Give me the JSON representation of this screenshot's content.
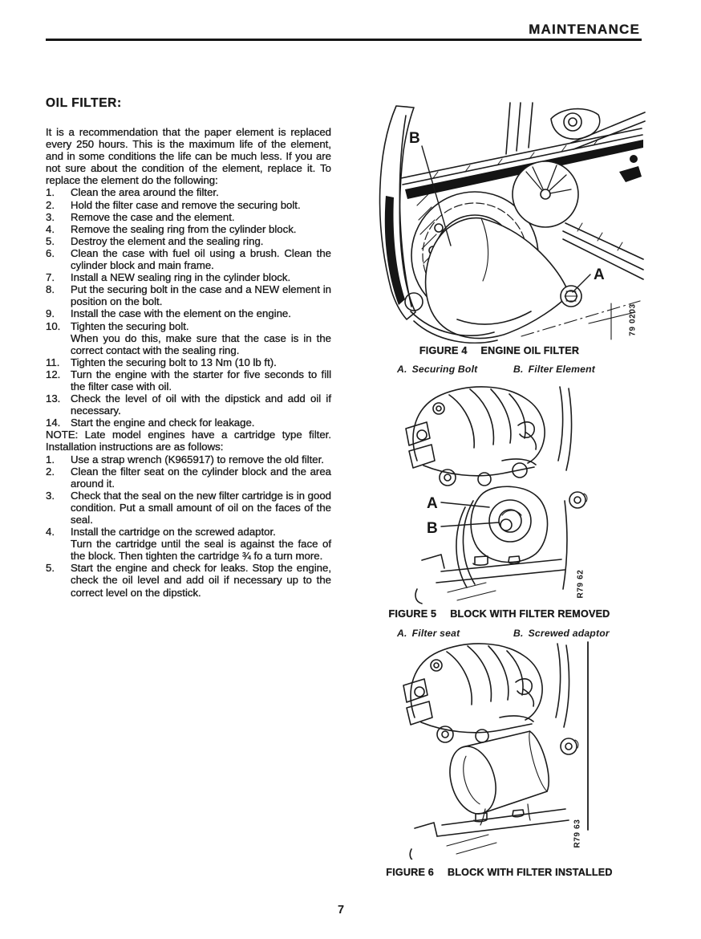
{
  "header": {
    "title": "MAINTENANCE"
  },
  "page": {
    "number": "7"
  },
  "article": {
    "heading": "OIL FILTER:",
    "intro": "It is a recommendation that the paper element is replaced every 250 hours. This is the maximum life of the element, and in some conditions the life can be much less. If you are not sure about the condition of the element, replace it. To replace the element do the following:",
    "steps": [
      {
        "num": "1.",
        "text": "Clean the area around the filter."
      },
      {
        "num": "2.",
        "text": "Hold the filter case and remove the securing bolt."
      },
      {
        "num": "3.",
        "text": "Remove the case and the element."
      },
      {
        "num": "4.",
        "text": "Remove the sealing ring from the cylinder block."
      },
      {
        "num": "5.",
        "text": "Destroy the element and the sealing ring."
      },
      {
        "num": "6.",
        "text": "Clean the case with fuel oil using a brush. Clean the cylinder block and main frame."
      },
      {
        "num": "7.",
        "text": "Install a NEW sealing ring in the cylinder block."
      },
      {
        "num": "8.",
        "text": "Put the securing bolt in the case and a NEW element in position on the bolt."
      },
      {
        "num": "9.",
        "text": "Install the case with the element on the engine."
      },
      {
        "num": "10.",
        "text": "Tighten the securing bolt.",
        "cont": "When you do this, make sure that the case is in the correct contact with the sealing ring."
      },
      {
        "num": "11.",
        "text": "Tighten the securing bolt to 13 Nm (10 lb ft)."
      },
      {
        "num": "12.",
        "text": "Turn the engine with the starter for five seconds to fill the filter case with oil."
      },
      {
        "num": "13.",
        "text": "Check the level of oil with the dipstick and add oil if necessary."
      },
      {
        "num": "14.",
        "text": "Start the engine and check for leakage."
      }
    ],
    "note": "NOTE: Late model engines have a cartridge type filter. Installation instructions are as follows:",
    "cartridge_steps": [
      {
        "num": "1.",
        "text": "Use a strap wrench (K965917) to remove the old filter."
      },
      {
        "num": "2.",
        "text": "Clean the filter seat on the cylinder block and the area around it."
      },
      {
        "num": "3.",
        "text": "Check that the seal on the new filter cartridge is in good condition. Put a small amount of oil on the faces of the seal."
      },
      {
        "num": "4.",
        "text": "Install the cartridge on the screwed adaptor.",
        "cont": "Turn the cartridge until the seal is against the face of the block. Then tighten the cartridge ¾ fo a turn more."
      },
      {
        "num": "5.",
        "text": "Start the engine and check for leaks. Stop the engine, check the oil level and add oil if necessary up to the correct level on the dipstick."
      }
    ]
  },
  "figures": [
    {
      "label": "FIGURE 4",
      "title": "ENGINE OIL FILTER",
      "code": "79 0203",
      "callouts": {
        "a": "A",
        "b": "B"
      },
      "legend": [
        {
          "key": "A.",
          "text": "Securing Bolt"
        },
        {
          "key": "B.",
          "text": "Filter Element"
        }
      ]
    },
    {
      "label": "FIGURE 5",
      "title": "BLOCK WITH FILTER REMOVED",
      "code": "R79 62",
      "callouts": {
        "a": "A",
        "b": "B"
      },
      "legend": [
        {
          "key": "A.",
          "text": "Filter seat"
        },
        {
          "key": "B.",
          "text": "Screwed adaptor"
        }
      ]
    },
    {
      "label": "FIGURE 6",
      "title": "BLOCK WITH FILTER INSTALLED",
      "code": "R79 63"
    }
  ],
  "colors": {
    "ink": "#1a1a1a",
    "paper": "#ffffff"
  }
}
